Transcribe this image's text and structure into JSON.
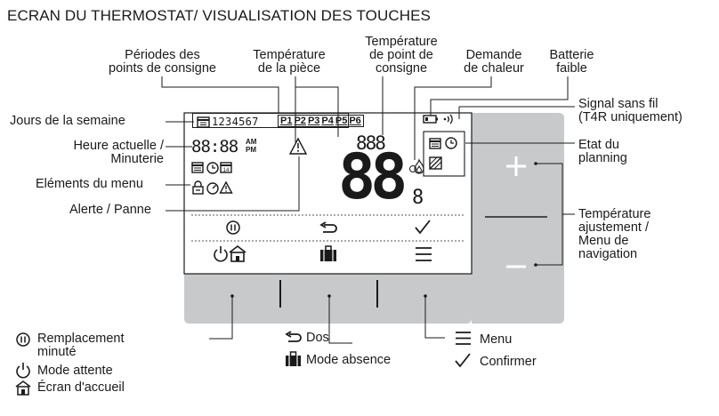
{
  "title": "ECRAN DU THERMOSTAT/ VISUALISATION DES TOUCHES",
  "labels": {
    "periods": [
      "Périodes des",
      "points de consigne"
    ],
    "room_temp": [
      "Température",
      "de la pièce"
    ],
    "setpoint_temp": [
      "Température",
      "de point de",
      "consigne"
    ],
    "heat_demand": [
      "Demande",
      "de chaleur"
    ],
    "low_battery": [
      "Batterie",
      "faible"
    ],
    "wireless": [
      "Signal sans fil",
      "(T4R uniquement)"
    ],
    "days": "Jours de la semaine",
    "time": [
      "Heure actuelle /",
      "Minuterie"
    ],
    "menu_items": "Eléments du menu",
    "alert": "Alerte / Panne",
    "schedule": [
      "Etat du",
      "planning"
    ],
    "temp_adjust": [
      "Température",
      "ajustement /",
      "Menu de",
      "navigation"
    ]
  },
  "display": {
    "days": "1234567",
    "periods": [
      "P1",
      "P2",
      "P3",
      "P4",
      "P5",
      "P6"
    ],
    "clock": "88:88",
    "am": "AM",
    "pm": "PM",
    "setpoint": "888",
    "temp_big": "88",
    "temp_small": "8"
  },
  "legend": {
    "timed_override": [
      "Remplacement",
      "minuté"
    ],
    "standby": "Mode attente",
    "home": "Écran d'accueil",
    "back": "Dos",
    "away": "Mode absence",
    "menu": "Menu",
    "confirm": "Confirmer"
  },
  "glyphs": {
    "plus": "+",
    "back": "⮌",
    "check": "✓",
    "menu": "≡"
  },
  "colors": {
    "panel": "#c8c9cb",
    "screen": "#ffffff",
    "line": "#1a1a1a"
  }
}
